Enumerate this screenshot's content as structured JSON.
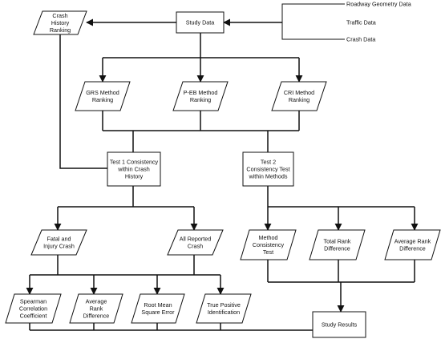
{
  "nodes": {
    "crash_history_ranking": [
      "Crash",
      "History",
      "Ranking"
    ],
    "study_data": [
      "Study Data"
    ],
    "grs_method_ranking": [
      "GRS Method",
      "Ranking"
    ],
    "peb_method_ranking": [
      "P-EB Method",
      "Ranking"
    ],
    "cri_method_ranking": [
      "CRI Method",
      "Ranking"
    ],
    "test1": [
      "Test 1 Consistency",
      "within Crash",
      "History"
    ],
    "test2": [
      "Test 2",
      "Consistency Test",
      "within Methods"
    ],
    "fatal_injury_crash": [
      "Fatal and",
      "Injury Crash"
    ],
    "all_reported_crash": [
      "All Reported",
      "Crash"
    ],
    "method_consistency_test": [
      "Method",
      "Consistency",
      "Test"
    ],
    "total_rank_difference": [
      "Total Rank",
      "Difference"
    ],
    "average_rank_difference_methods": [
      "Average Rank",
      "Difference"
    ],
    "spearman_correlation": [
      "Spearman",
      "Correlation",
      "Coefficient"
    ],
    "average_rank_difference_crash": [
      "Average",
      "Rank",
      "Difference"
    ],
    "root_mean_square_error": [
      "Root Mean",
      "Square Error"
    ],
    "true_positive_identification": [
      "True Positive",
      "Identification"
    ],
    "study_results": [
      "Study Results"
    ]
  },
  "sources": [
    "Roadway Geometry Data",
    "Traffic Data",
    "Crash Data"
  ],
  "colors": {
    "stroke": "#111111",
    "background": "#ffffff"
  }
}
